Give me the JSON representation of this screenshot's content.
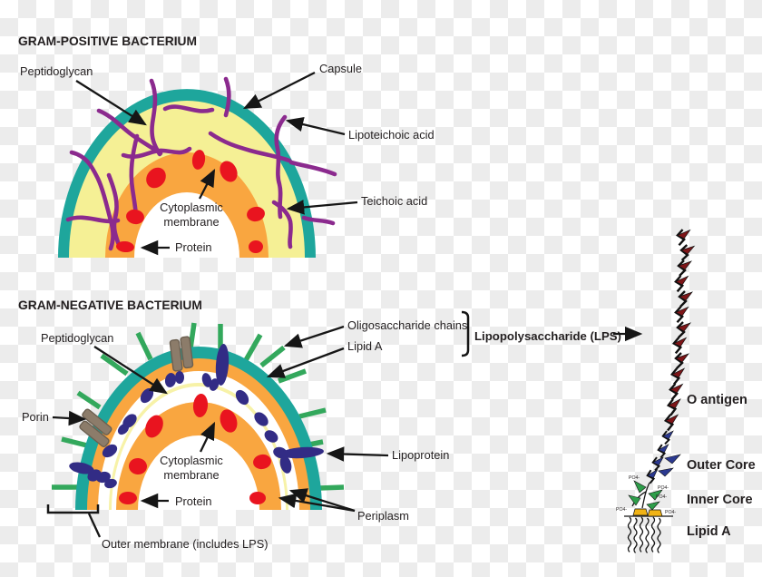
{
  "gram_positive": {
    "title": "GRAM-POSITIVE BACTERIUM",
    "labels": {
      "peptidoglycan": "Peptidoglycan",
      "capsule": "Capsule",
      "lipoteichoic_acid": "Lipoteichoic acid",
      "teichoic_acid": "Teichoic acid",
      "cytoplasmic_membrane_lines": [
        "Cytoplasmic",
        "membrane"
      ],
      "protein": "Protein"
    }
  },
  "gram_negative": {
    "title": "GRAM-NEGATIVE BACTERIUM",
    "labels": {
      "peptidoglycan": "Peptidoglycan",
      "porin": "Porin",
      "oligosaccharide_chains": "Oligosaccharide chains",
      "lipid_a": "Lipid A",
      "lipopolysaccharide": "Lipopolysaccharide (LPS)",
      "lipoprotein": "Lipoprotein",
      "cytoplasmic_membrane_lines": [
        "Cytoplasmic",
        "membrane"
      ],
      "protein": "Protein",
      "periplasm": "Periplasm",
      "outer_membrane": "Outer membrane (includes LPS)"
    }
  },
  "lps_structure": {
    "o_antigen": "O antigen",
    "outer_core": "Outer Core",
    "inner_core": "Inner Core",
    "lipid_a": "Lipid A",
    "po4": "PO4-"
  },
  "colors": {
    "teal": "#1EA69C",
    "yellow_wall": "#F5F095",
    "orange_membrane": "#F9A640",
    "purple_strand": "#8B2A8E",
    "red_protein": "#E9141F",
    "navy_lipoprotein": "#322C85",
    "green_oligosaccharide": "#33A85C",
    "pale_yellow_peptidoglycan": "#F7F2A8",
    "porin_brown": "#8C7C6A",
    "label_text": "#231F20",
    "o_antigen_chain": "#7E1518",
    "o_antigen_label": "#E0201F",
    "outer_core_label": "#2B3990",
    "inner_core_label": "#39B54A",
    "lipid_a_label": "#FDB515",
    "checker_dark": "#ECECEC",
    "checker_light": "#FFFFFF"
  }
}
